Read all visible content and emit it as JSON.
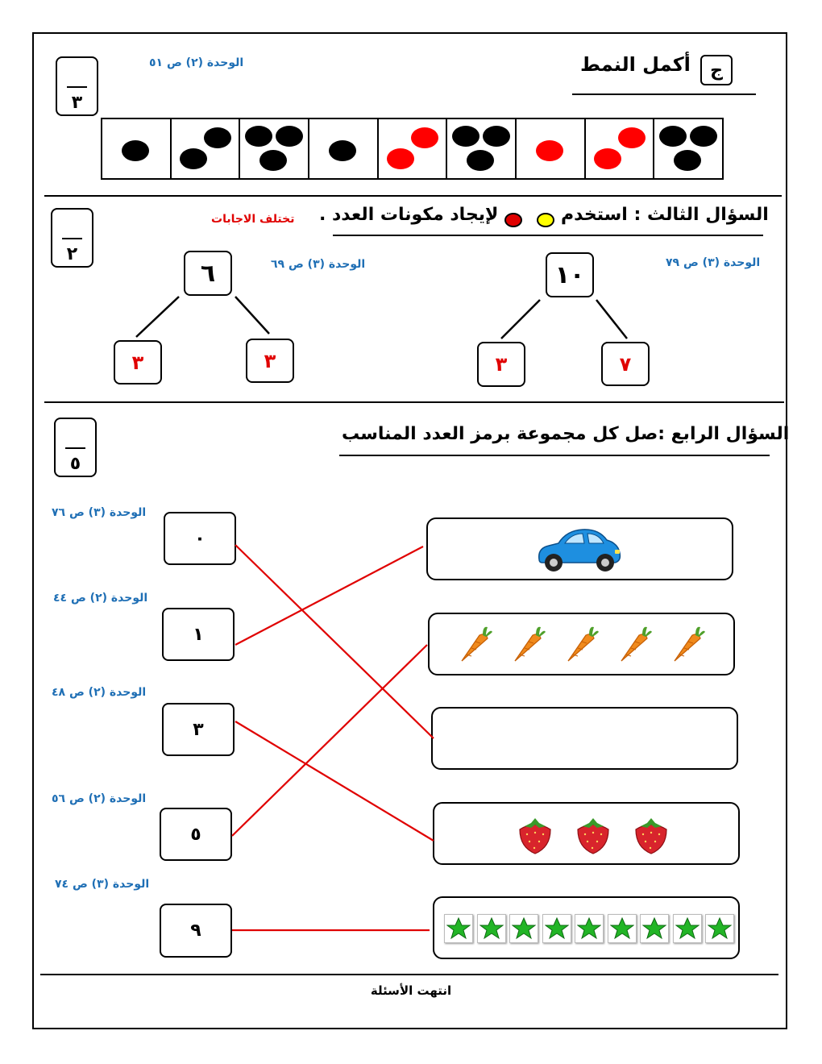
{
  "section_c": {
    "letter": "ج",
    "title": "أكمل النمط",
    "ref": "الوحدة (٢) ص ٥١",
    "score_denominator": "٣",
    "pattern": [
      {
        "dots": [
          "black",
          "black",
          "black"
        ]
      },
      {
        "dots": [
          "red",
          "red"
        ]
      },
      {
        "dots": [
          "red"
        ]
      },
      {
        "dots": [
          "black",
          "black",
          "black"
        ]
      },
      {
        "dots": [
          "red",
          "red"
        ]
      },
      {
        "dots": [
          "black"
        ]
      },
      {
        "dots": [
          "black",
          "black",
          "black"
        ]
      },
      {
        "dots": [
          "black",
          "black"
        ]
      },
      {
        "dots": [
          "black"
        ]
      }
    ]
  },
  "question3": {
    "title_part1": "السؤال الثالث : استخدم",
    "title_part2": "لإيجاد مكونات العدد .",
    "note": "تختلف الاجابات",
    "score_denominator": "٢",
    "counter_colors": [
      "#ffff00",
      "#e00000"
    ],
    "tree_right": {
      "ref": "الوحدة (٣) ص ٧٩",
      "total": "١٠",
      "left_part": "٣",
      "right_part": "٧"
    },
    "tree_left": {
      "ref": "الوحدة (٣) ص ٦٩",
      "total": "٦",
      "left_part": "٣",
      "right_part": "٣"
    }
  },
  "question4": {
    "title": "السؤال الرابع  :صل كل مجموعة برمز العدد المناسب",
    "score_denominator": "٥",
    "numbers": [
      {
        "value": "٠",
        "ref": "الوحدة (٣) ص ٧٦"
      },
      {
        "value": "١",
        "ref": "الوحدة (٢) ص ٤٤"
      },
      {
        "value": "٣",
        "ref": "الوحدة (٢) ص ٤٨"
      },
      {
        "value": "٥",
        "ref": "الوحدة (٢) ص ٥٦"
      },
      {
        "value": "٩",
        "ref": "الوحدة (٣) ص ٧٤"
      }
    ],
    "groups": [
      {
        "item": "car",
        "count": 1
      },
      {
        "item": "carrot",
        "count": 5
      },
      {
        "item": "empty",
        "count": 0
      },
      {
        "item": "strawberry",
        "count": 3
      },
      {
        "item": "star",
        "count": 9
      }
    ],
    "line_color": "#e00000"
  },
  "footer": {
    "text": "انتهت الأسئلة"
  }
}
